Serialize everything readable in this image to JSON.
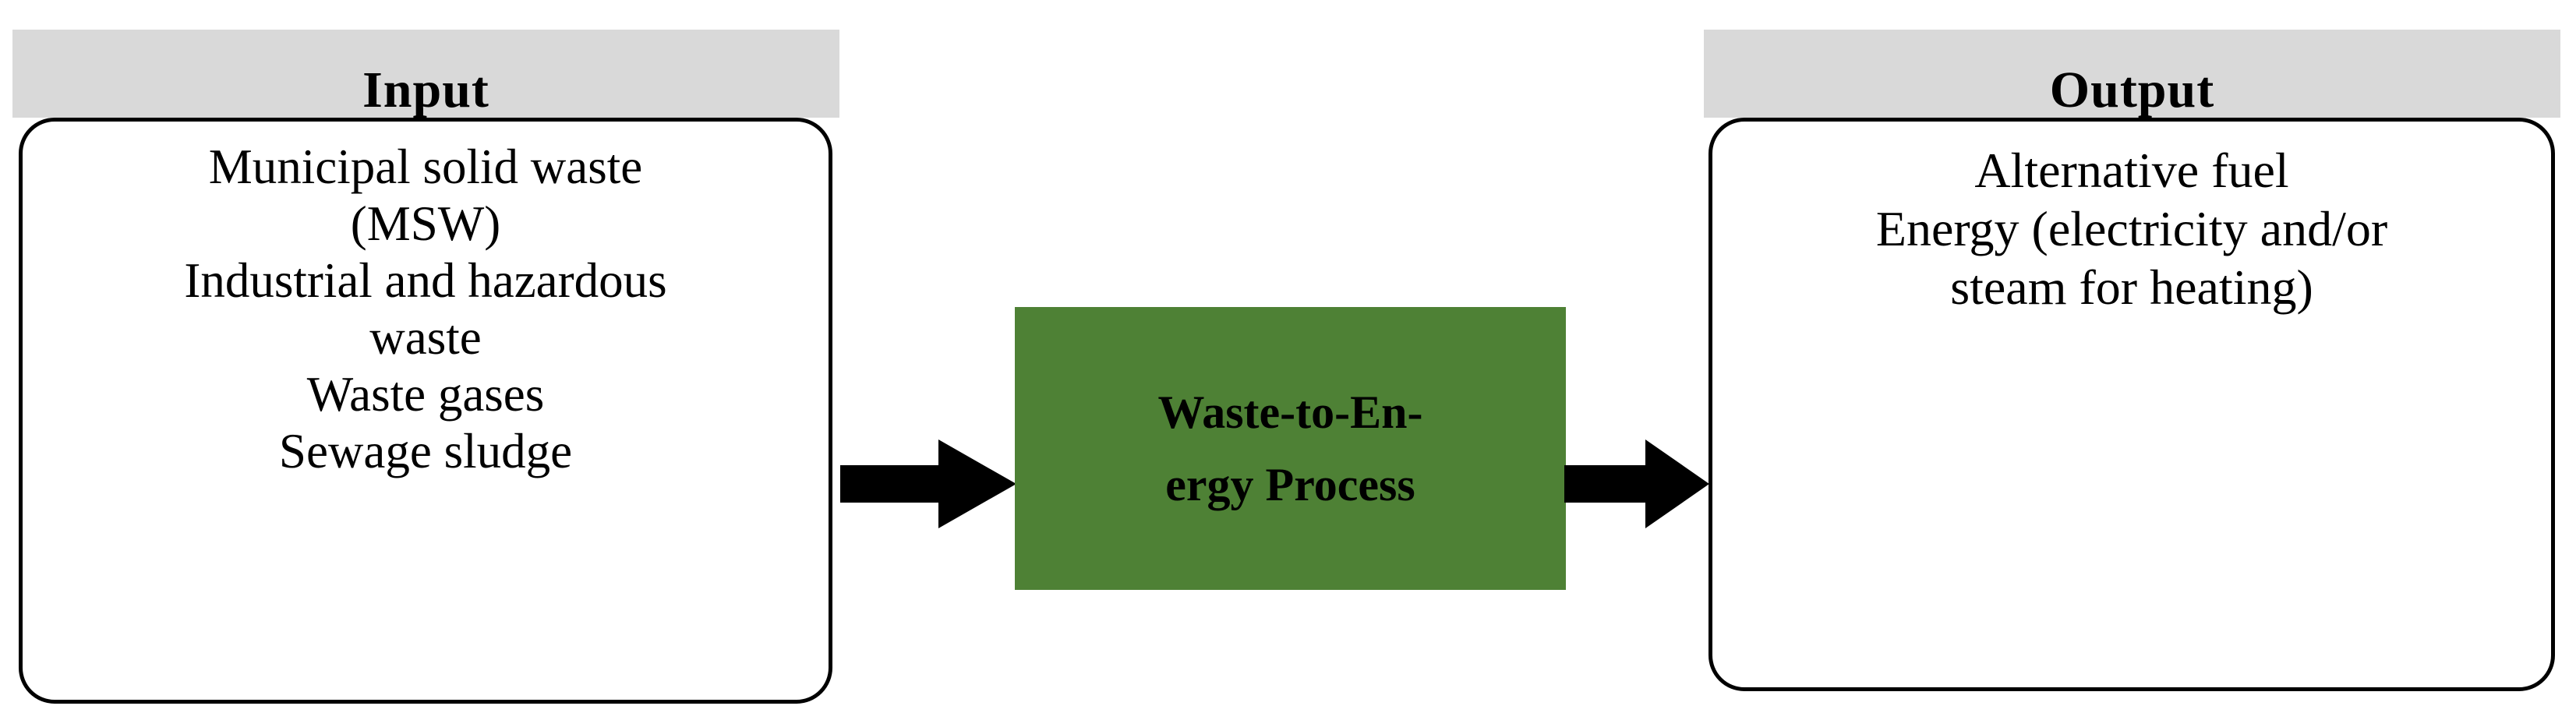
{
  "diagram": {
    "title": "Waste-to-Energy Process Input Output Flow",
    "colors": {
      "header_bar": "#d9d9d9",
      "process_box": "#4e8135",
      "border": "#000000",
      "background": "#ffffff",
      "text": "#000000"
    }
  },
  "input": {
    "header": "Input",
    "lines": [
      "Municipal solid waste",
      "(MSW)",
      "Industrial and hazardous",
      "waste",
      "Waste gases",
      "Sewage sludge"
    ]
  },
  "process": {
    "lines": [
      "Waste-to-En-",
      "ergy Process"
    ],
    "full_label": "Waste-to-Energy Process"
  },
  "output": {
    "header": "Output",
    "lines": [
      "Alternative fuel",
      "Energy (electricity and/or",
      "steam for heating)"
    ]
  },
  "connectors": [
    {
      "name": "arrow-input-to-process",
      "direction": "right"
    },
    {
      "name": "arrow-process-to-output",
      "direction": "right"
    }
  ]
}
